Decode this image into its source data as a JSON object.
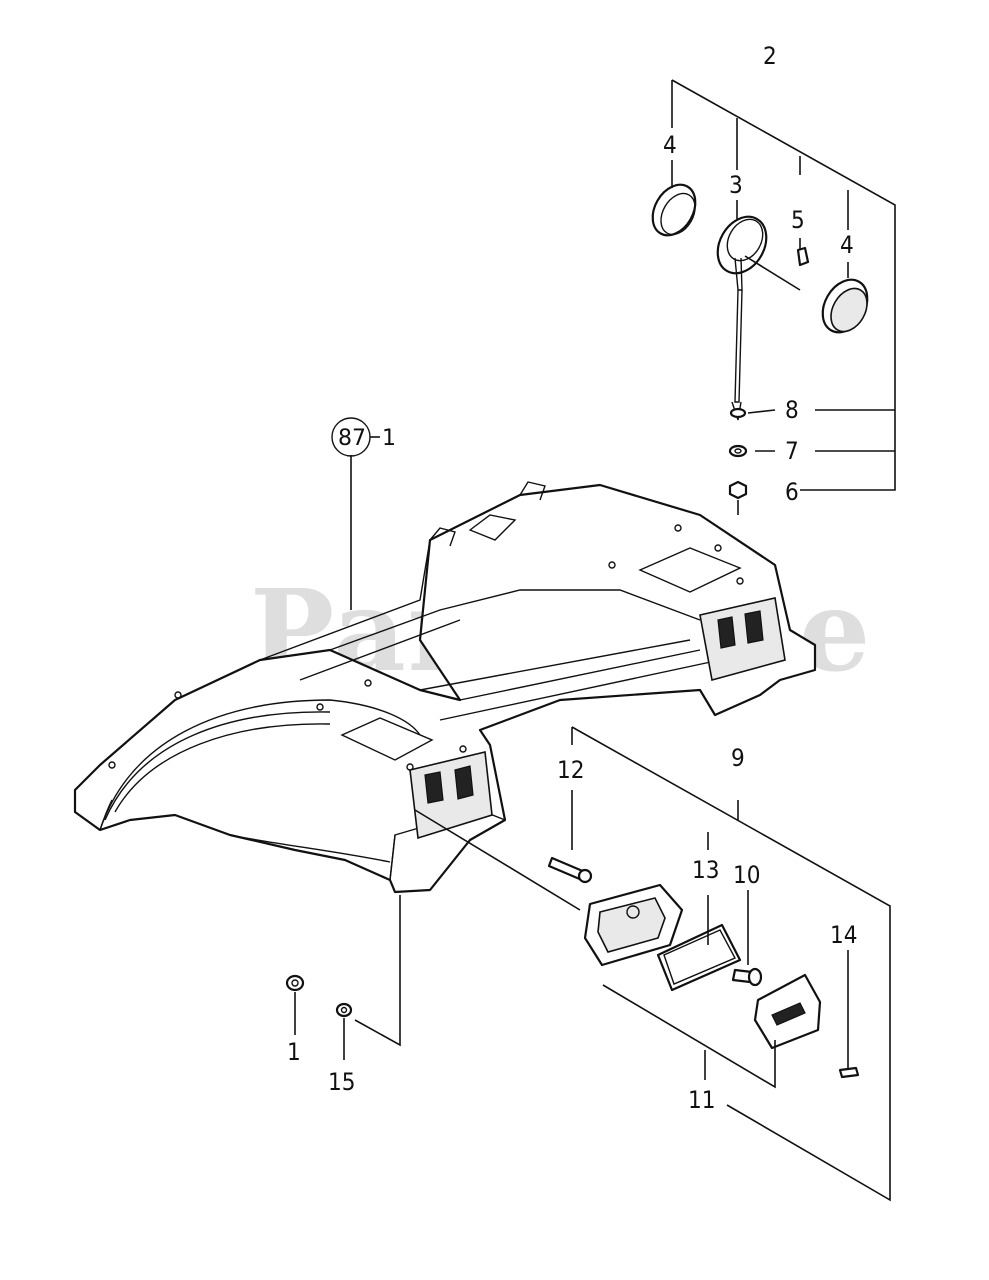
{
  "watermark": "PartsTree",
  "reference": {
    "number": "87",
    "suffix": "1"
  },
  "callouts": {
    "c1": "1",
    "c2": "2",
    "c3": "3",
    "c4a": "4",
    "c4b": "4",
    "c5": "5",
    "c6": "6",
    "c7": "7",
    "c8": "8",
    "c9": "9",
    "c10": "10",
    "c11": "11",
    "c12": "12",
    "c13": "13",
    "c14": "14",
    "c15": "15"
  },
  "icons": {
    "fender": "rear-fender-icon",
    "lens": "lens-icon",
    "housing": "lamp-housing-icon"
  }
}
